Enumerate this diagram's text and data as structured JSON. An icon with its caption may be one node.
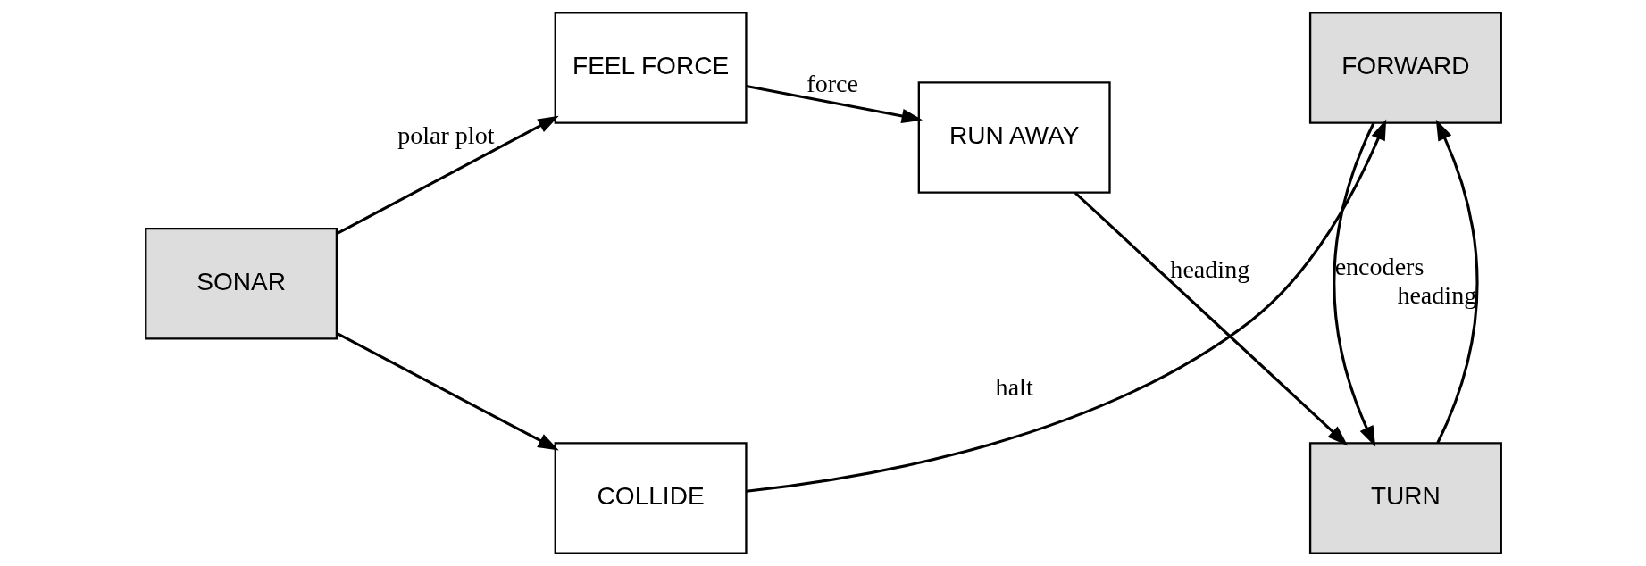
{
  "diagram": {
    "nodes": [
      {
        "text": [
          "SONAR"
        ]
      },
      {
        "text": [
          "FEEL FORCE"
        ]
      },
      {
        "text": [
          "RUN AWAY"
        ]
      },
      {
        "text": [
          "TURN"
        ]
      },
      {
        "text": [
          "COLLIDE"
        ]
      },
      {
        "text": [
          "FORWARD"
        ]
      }
    ],
    "edges": [
      {
        "from": 0,
        "to": 1,
        "arrow": "to",
        "label": "polar plot"
      },
      {
        "from": 0,
        "to": 4,
        "arrow": "to"
      },
      {
        "from": 1,
        "to": 2,
        "arrow": "to",
        "label": "force"
      },
      {
        "from": 2,
        "to": 3,
        "arrow": "to",
        "label": "heading"
      },
      {
        "from": 3,
        "to": 5,
        "arrow": "to",
        "label": "heading"
      },
      {
        "from": 5,
        "to": 3,
        "arrow": "to",
        "label": "encoders"
      },
      {
        "from": 4,
        "to": 5,
        "arrow": "to",
        "label": "halt"
      }
    ]
  }
}
